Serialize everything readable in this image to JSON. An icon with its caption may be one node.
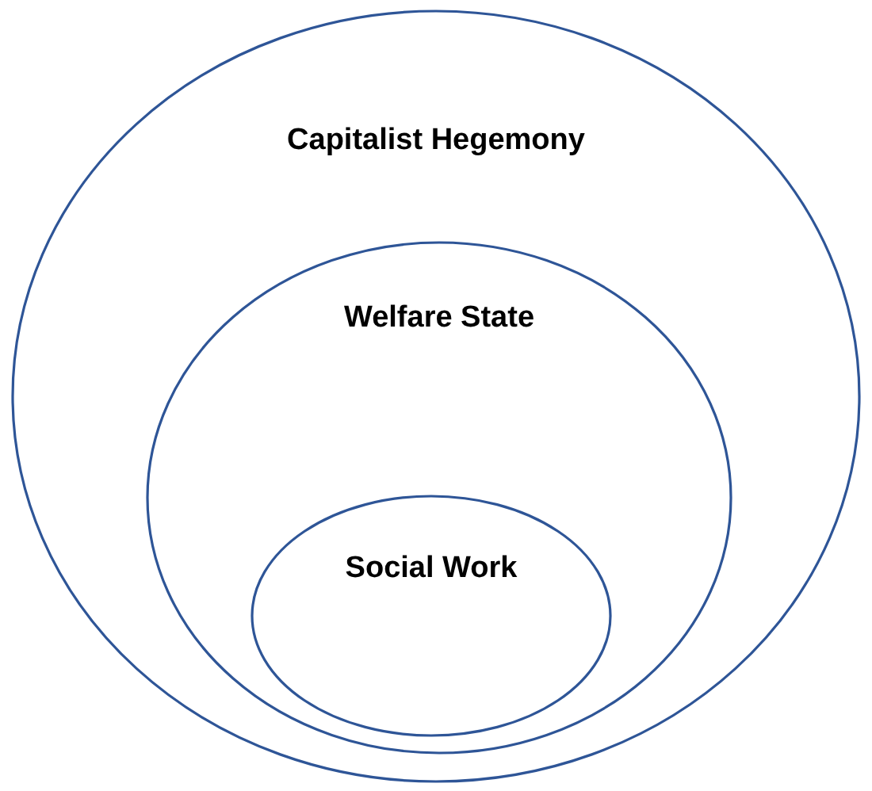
{
  "diagram": {
    "nodes": [
      {
        "text": [
          "Capitalist Hegemony"
        ]
      },
      {
        "text": [
          "Welfare State"
        ],
        "in": 0
      },
      {
        "text": [
          "Social Work"
        ],
        "in": 1
      }
    ]
  }
}
